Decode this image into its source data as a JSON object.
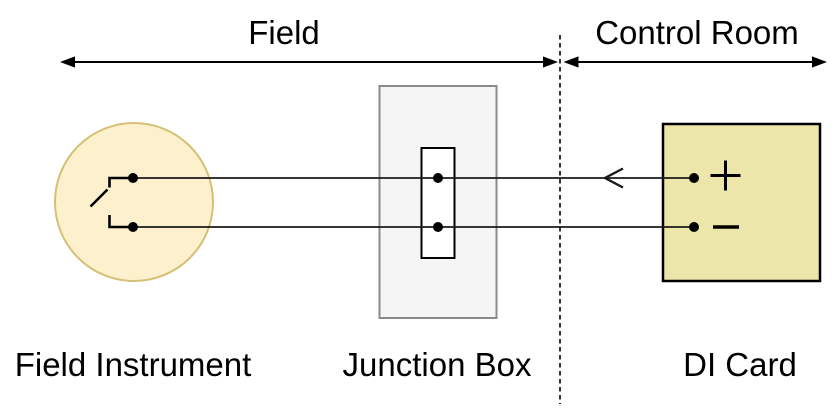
{
  "regions": {
    "field": {
      "label": "Field"
    },
    "control_room": {
      "label": "Control Room"
    }
  },
  "components": {
    "field_instrument": {
      "label": "Field Instrument"
    },
    "junction_box": {
      "label": "Junction Box"
    },
    "di_card": {
      "label": "DI Card",
      "terminals": {
        "positive": "+",
        "negative": "−"
      }
    }
  },
  "colors": {
    "field_instrument_fill": "#FCF1CC",
    "field_instrument_stroke": "#D5C077",
    "junction_box_fill": "#F5F5F5",
    "junction_box_stroke": "#8A8A8A",
    "di_card_fill": "#EDE6AB",
    "di_card_stroke": "#000000",
    "wire": "#1A1A1A"
  }
}
